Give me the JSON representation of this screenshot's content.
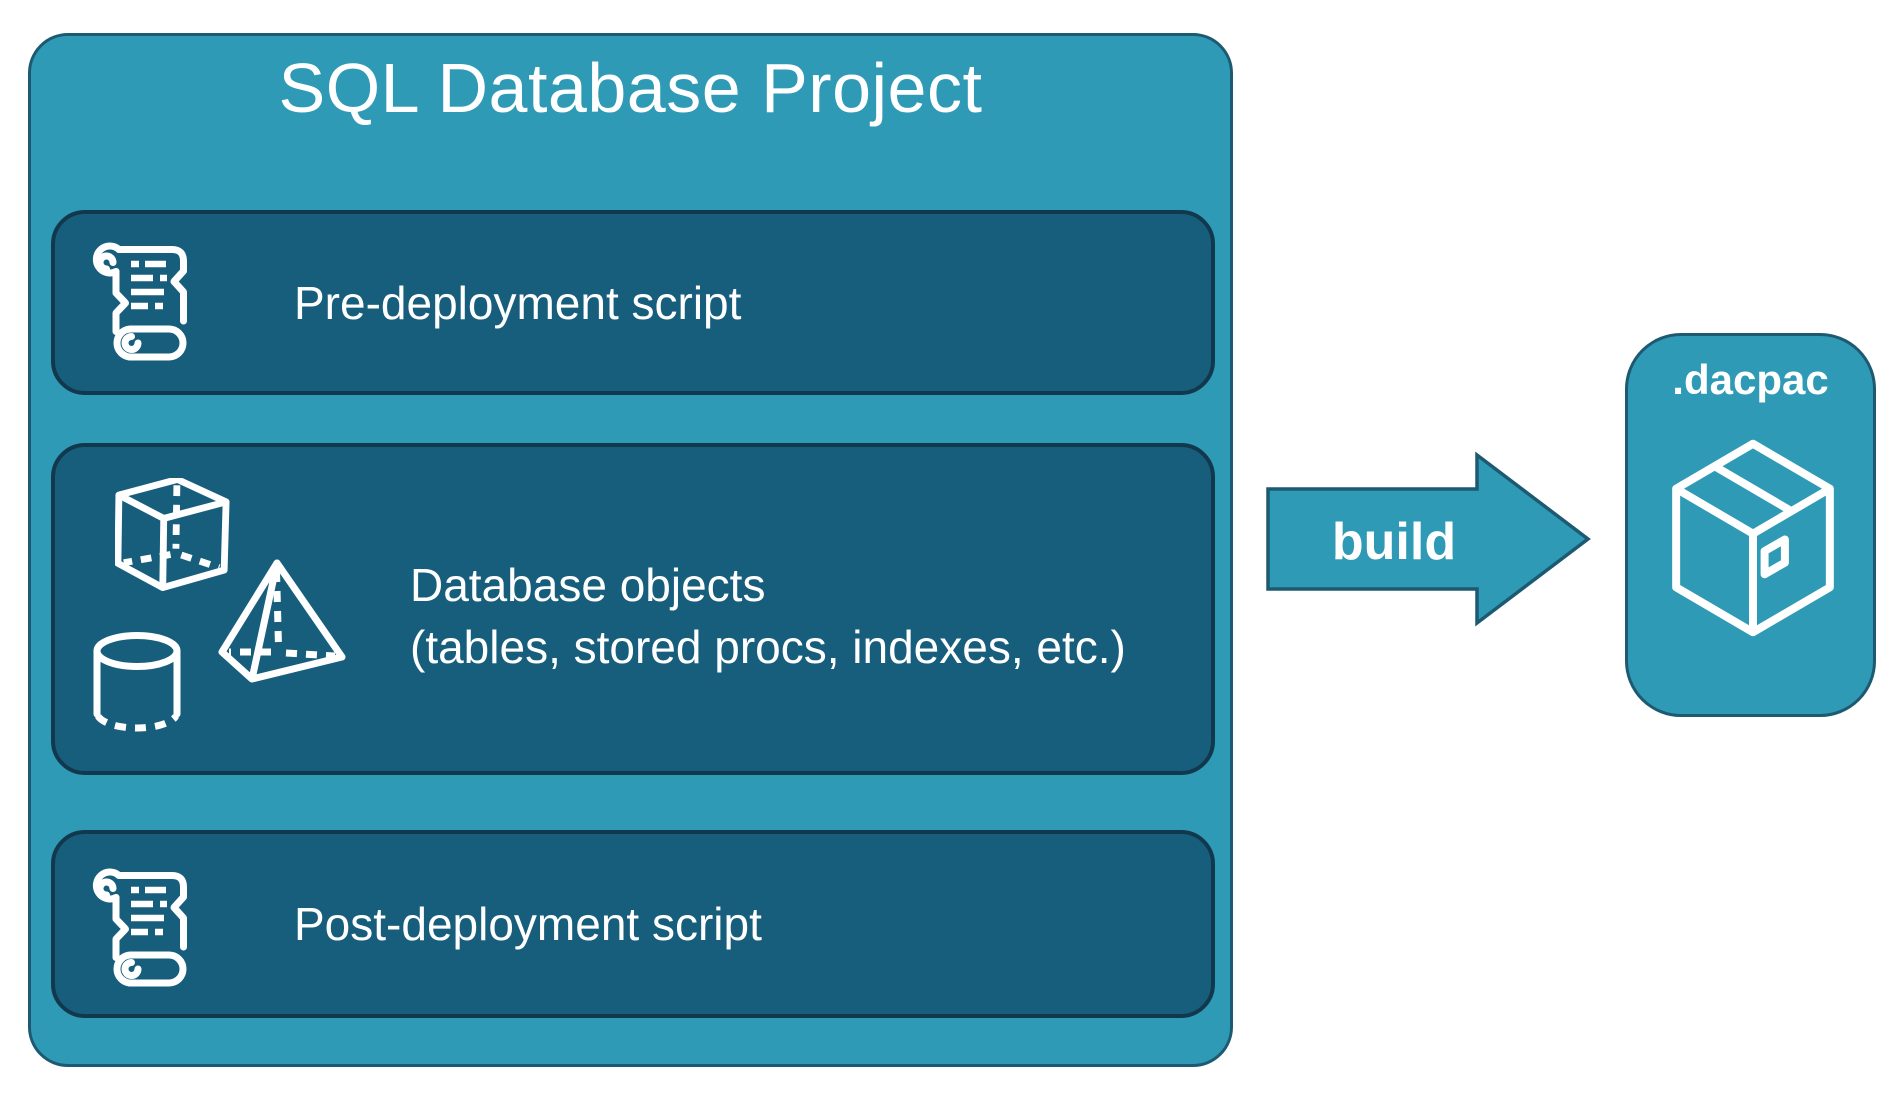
{
  "project": {
    "title": "SQL Database Project",
    "panels": [
      {
        "icon": "scroll-icon",
        "label": "Pre-deployment script"
      },
      {
        "icon": "3d-shapes-icons",
        "label_line1": "Database objects",
        "label_line2": "(tables, stored procs, indexes, etc.)"
      },
      {
        "icon": "scroll-icon",
        "label": "Post-deployment script"
      }
    ]
  },
  "arrow": {
    "label": "build"
  },
  "output": {
    "label": ".dacpac",
    "icon": "package-icon"
  },
  "colors": {
    "teal_fill": "#2E9AB5",
    "teal_border": "#1D5A72",
    "panel_fill": "#175E7D",
    "panel_border": "#12384E",
    "text": "#FFFFFF",
    "page_background": "#FFFFFF"
  }
}
